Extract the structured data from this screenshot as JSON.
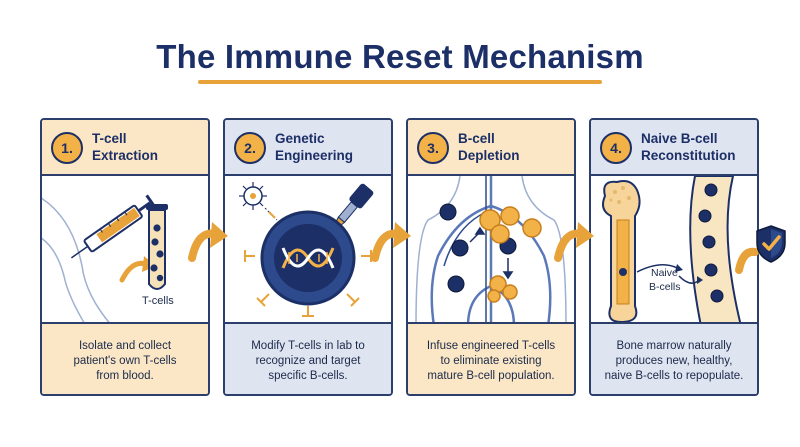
{
  "title": "The Immune Reset Mechanism",
  "steps": [
    {
      "number": "1.",
      "title": "T-cell\nExtraction",
      "description": "Isolate and collect\npatient's own T-cells\nfrom blood.",
      "theme": "orange"
    },
    {
      "number": "2.",
      "title": "Genetic\nEngineering",
      "description": "Modify T-cells in lab to\nrecognize and target\nspecific B-cells.",
      "theme": "blue"
    },
    {
      "number": "3.",
      "title": "B-cell\nDepletion",
      "description": "Infuse engineered T-cells\nto eliminate existing\nmature B-cell population.",
      "theme": "orange"
    },
    {
      "number": "4.",
      "title": "Naive B-cell\nReconstitution",
      "description": "Bone marrow naturally\nproduces new, healthy,\nnaive B-cells to repopulate.",
      "theme": "blue"
    }
  ],
  "labels": {
    "tcells": "T-cells",
    "naive_bcells_line1": "Naive",
    "naive_bcells_line2": "B-cells"
  },
  "colors": {
    "navy": "#1c2f66",
    "accent_orange": "#e8a23a",
    "orange_panel": "#fbe7c6",
    "blue_panel": "#dfe4f1"
  },
  "icons": [
    "syringe-icon",
    "test-tube-icon",
    "virus-icon",
    "dna-icon",
    "pipette-icon",
    "bone-icon",
    "blood-vessel-icon",
    "shield-check-icon",
    "arrow-icon"
  ]
}
